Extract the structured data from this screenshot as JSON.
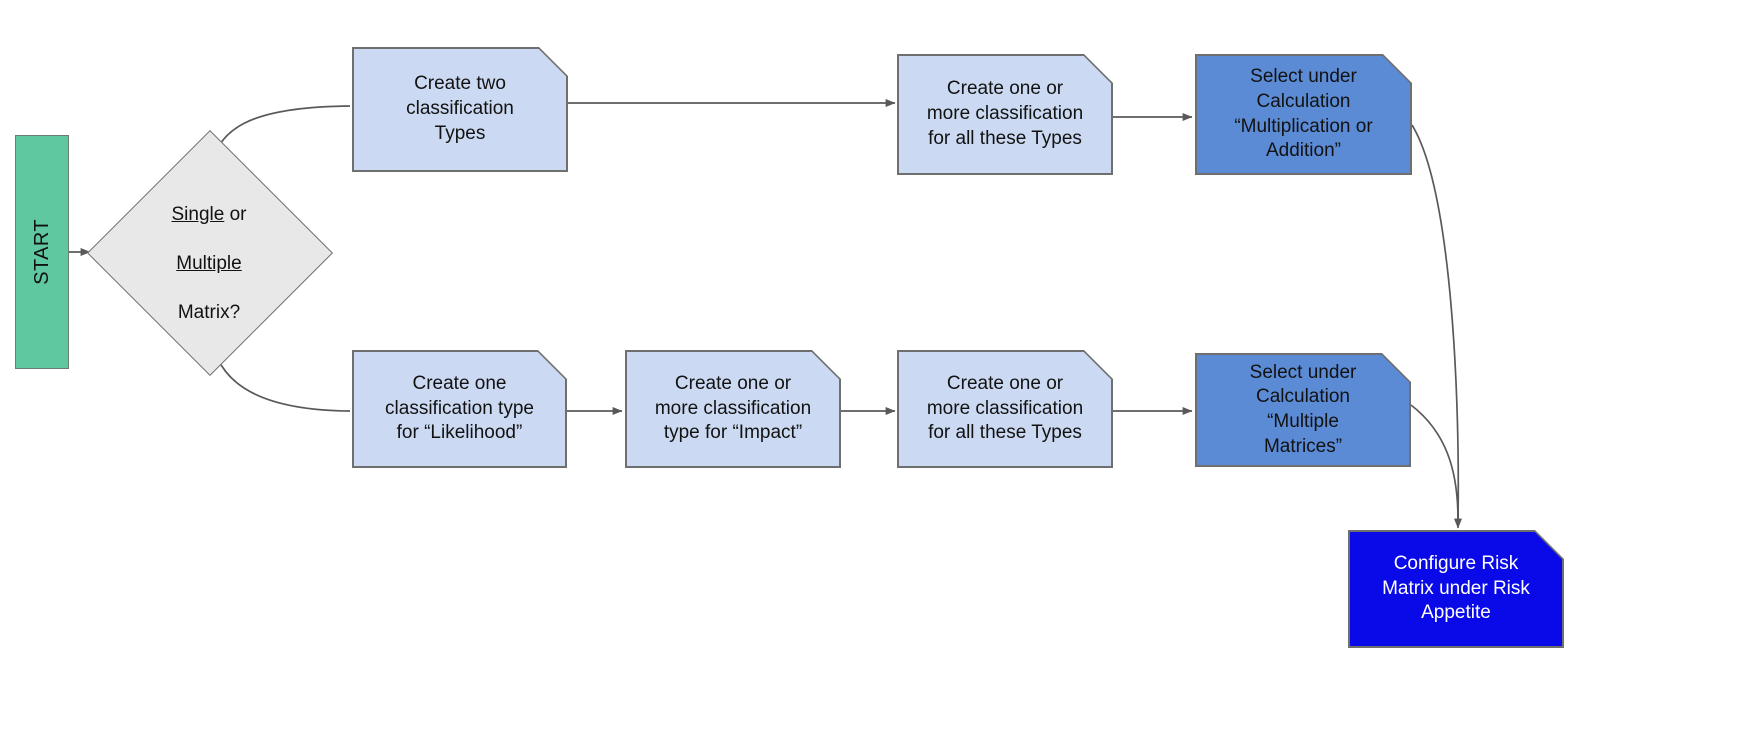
{
  "diagram": {
    "title": "Risk Matrix configuration flowchart",
    "type": "flowchart",
    "colors": {
      "start_fill": "#5FC8A0",
      "decision_fill": "#E8E8E8",
      "process_fill": "#CBDAF2",
      "highlight_fill": "#5B8BD5",
      "final_fill": "#0A0AE8",
      "stroke": "#6f6f6f",
      "edge": "#595959",
      "text": "#121212",
      "final_text": "#ffffff"
    }
  },
  "nodes": {
    "start": {
      "label": "START",
      "shape": "terminator"
    },
    "decision": {
      "line1_underlined": "Single",
      "line1_rest": " or",
      "line2_underlined": "Multiple",
      "line3": "Matrix?",
      "shape": "diamond"
    },
    "top_1": {
      "label": "Create two\nclassification\nTypes",
      "shape": "note"
    },
    "top_2": {
      "label": "Create one or\nmore classification\nfor all these Types",
      "shape": "note"
    },
    "top_3": {
      "label": "Select under\nCalculation\n“Multiplication or\nAddition”",
      "shape": "note"
    },
    "bottom_1": {
      "label": "Create one\nclassification type\nfor “Likelihood”",
      "shape": "note"
    },
    "bottom_2": {
      "label": "Create one or\nmore classification\ntype for “Impact”",
      "shape": "note"
    },
    "bottom_3": {
      "label": "Create one or\nmore classification\nfor all these Types",
      "shape": "note"
    },
    "bottom_4": {
      "label": "Select under\nCalculation\n“Multiple\nMatrices”",
      "shape": "note"
    },
    "final": {
      "label": "Configure Risk\nMatrix under Risk\nAppetite",
      "shape": "note"
    }
  },
  "edges": [
    {
      "from": "start",
      "to": "decision",
      "style": "straight-arrow"
    },
    {
      "from": "decision",
      "to": "top_1",
      "style": "curve-up"
    },
    {
      "from": "top_1",
      "to": "top_2",
      "style": "straight-arrow"
    },
    {
      "from": "top_2",
      "to": "top_3",
      "style": "straight-arrow"
    },
    {
      "from": "top_3",
      "to": "final",
      "style": "curve-down"
    },
    {
      "from": "decision",
      "to": "bottom_1",
      "style": "curve-down"
    },
    {
      "from": "bottom_1",
      "to": "bottom_2",
      "style": "straight-arrow"
    },
    {
      "from": "bottom_2",
      "to": "bottom_3",
      "style": "straight-arrow"
    },
    {
      "from": "bottom_3",
      "to": "bottom_4",
      "style": "straight-arrow"
    },
    {
      "from": "bottom_4",
      "to": "final",
      "style": "curve-down"
    }
  ]
}
